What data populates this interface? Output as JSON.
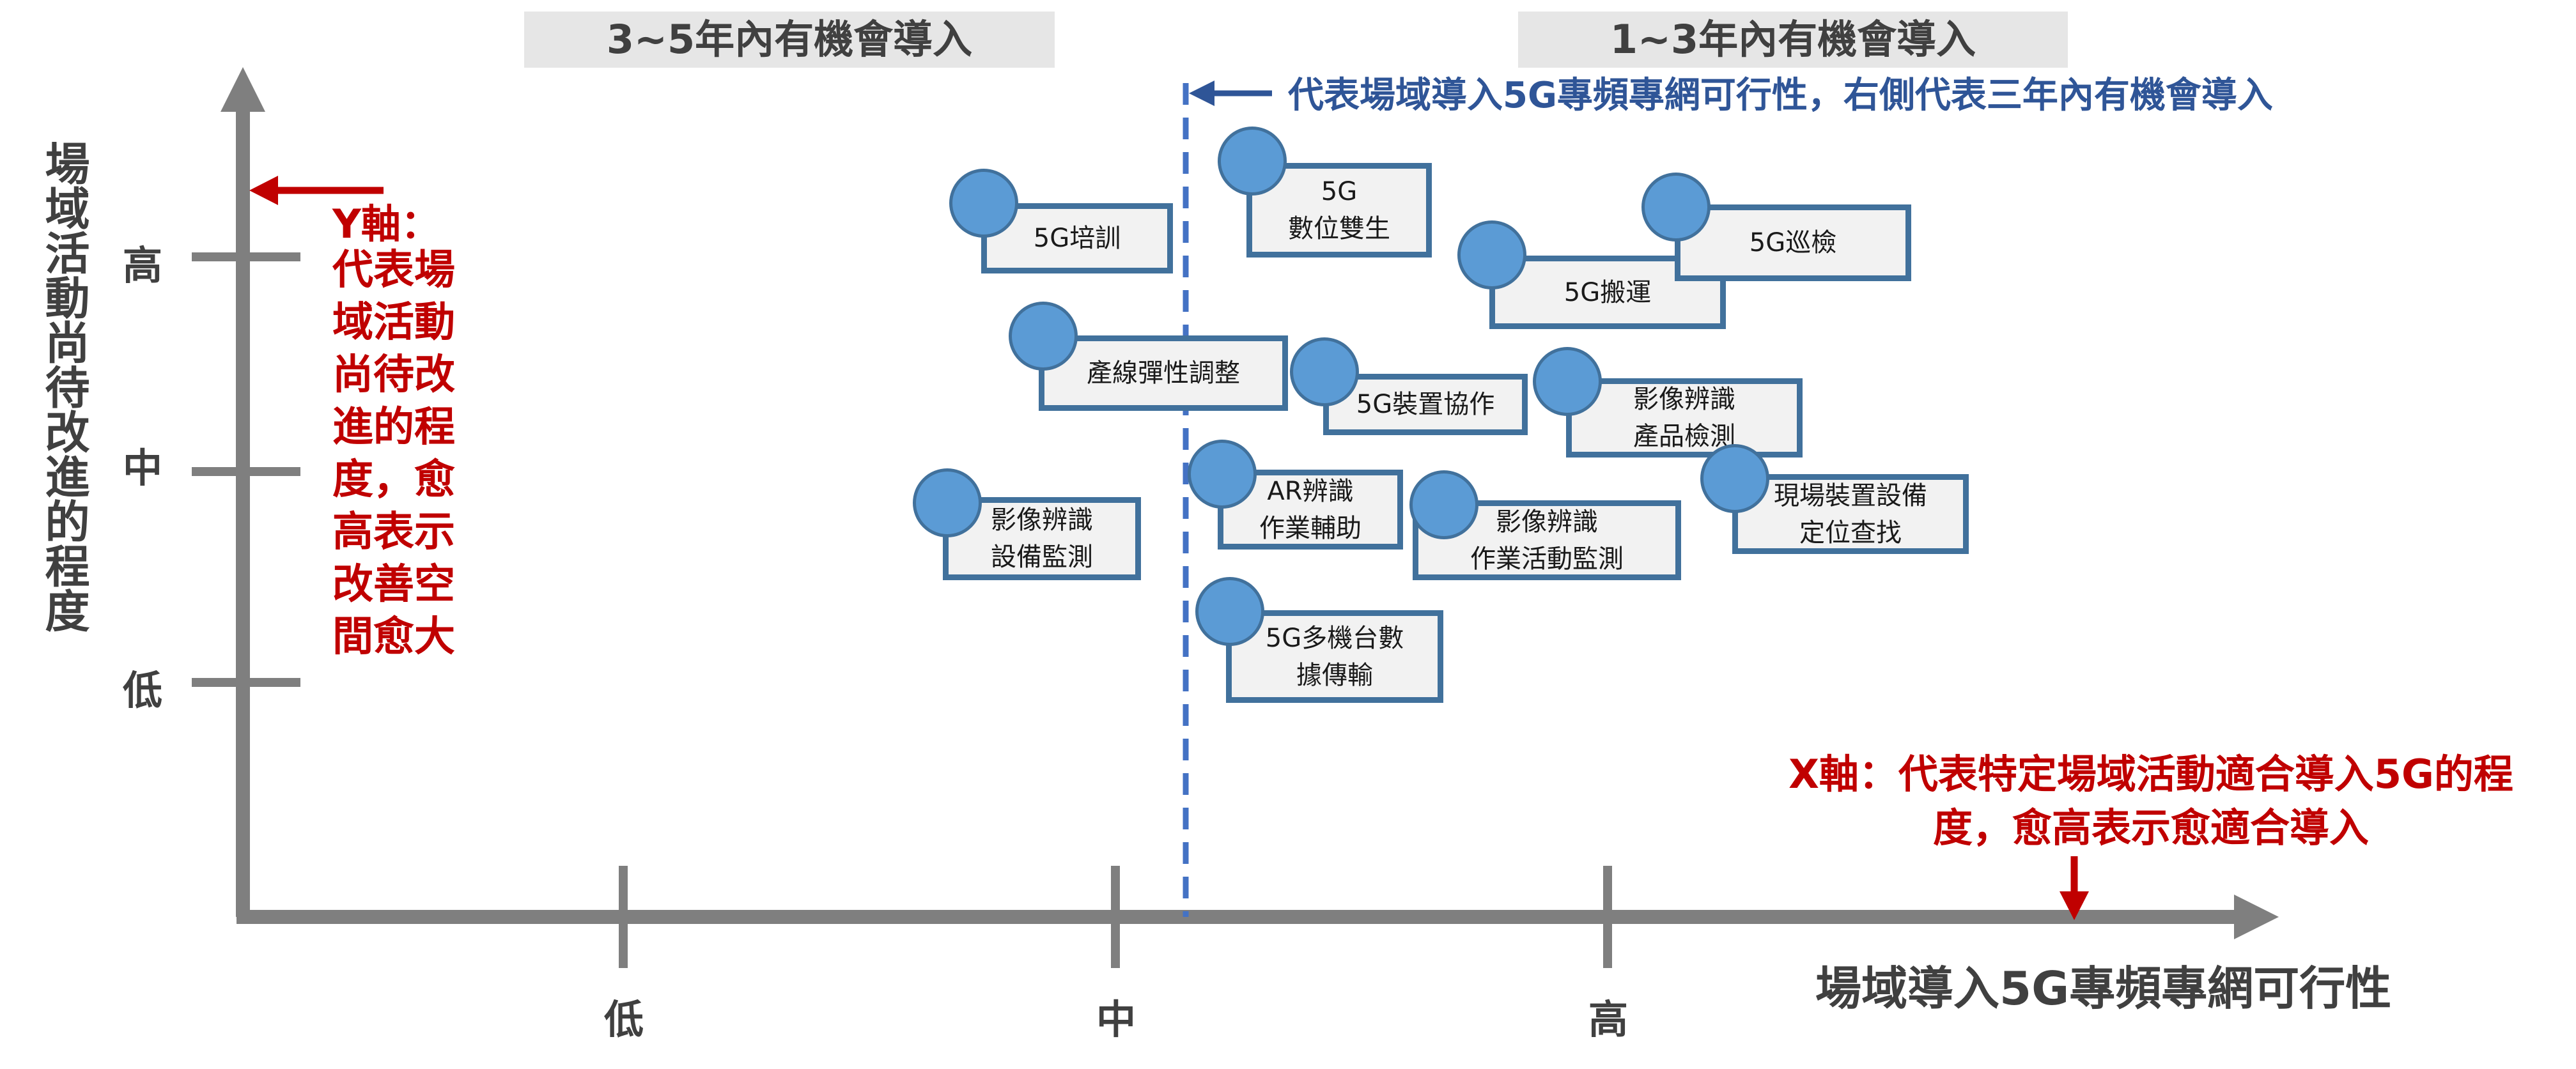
{
  "headers": {
    "left": "3~5年內有機會導入",
    "right": "1~3年內有機會導入"
  },
  "divider_note": "代表場域導入5G專頻專網可行性，右側代表三年內有機會導入",
  "y_axis": {
    "title": "場域活動尚待改進的程度",
    "ticks": [
      "高",
      "中",
      "低"
    ],
    "annotation_title": "Y軸：",
    "annotation_body": "代表場域活動尚待改進的程度，愈高表示改善空間愈大"
  },
  "x_axis": {
    "title": "場域導入5G專頻專網可行性",
    "ticks": [
      "低",
      "中",
      "高"
    ],
    "annotation": "X軸：代表特定場域活動適合導入5G的程度，愈高表示愈適合導入"
  },
  "items": [
    {
      "label": "5G培訓"
    },
    {
      "label": "5G\n數位雙生"
    },
    {
      "label": "5G搬運"
    },
    {
      "label": "5G巡檢"
    },
    {
      "label": "產線彈性調整"
    },
    {
      "label": "5G裝置協作"
    },
    {
      "label": "影像辨識\n產品檢測"
    },
    {
      "label": "影像辨識\n設備監測"
    },
    {
      "label": "AR辨識\n作業輔助"
    },
    {
      "label": "影像辨識\n作業活動監測"
    },
    {
      "label": "現場裝置設備\n定位查找"
    },
    {
      "label": "5G多機台數\n據傳輸"
    }
  ],
  "colors": {
    "axis": "#7f7f7f",
    "red": "#c00000",
    "blue": "#2f5597",
    "dot": "#5b9bd5",
    "box_border": "#41719c",
    "box_fill": "#f2f2f2"
  }
}
